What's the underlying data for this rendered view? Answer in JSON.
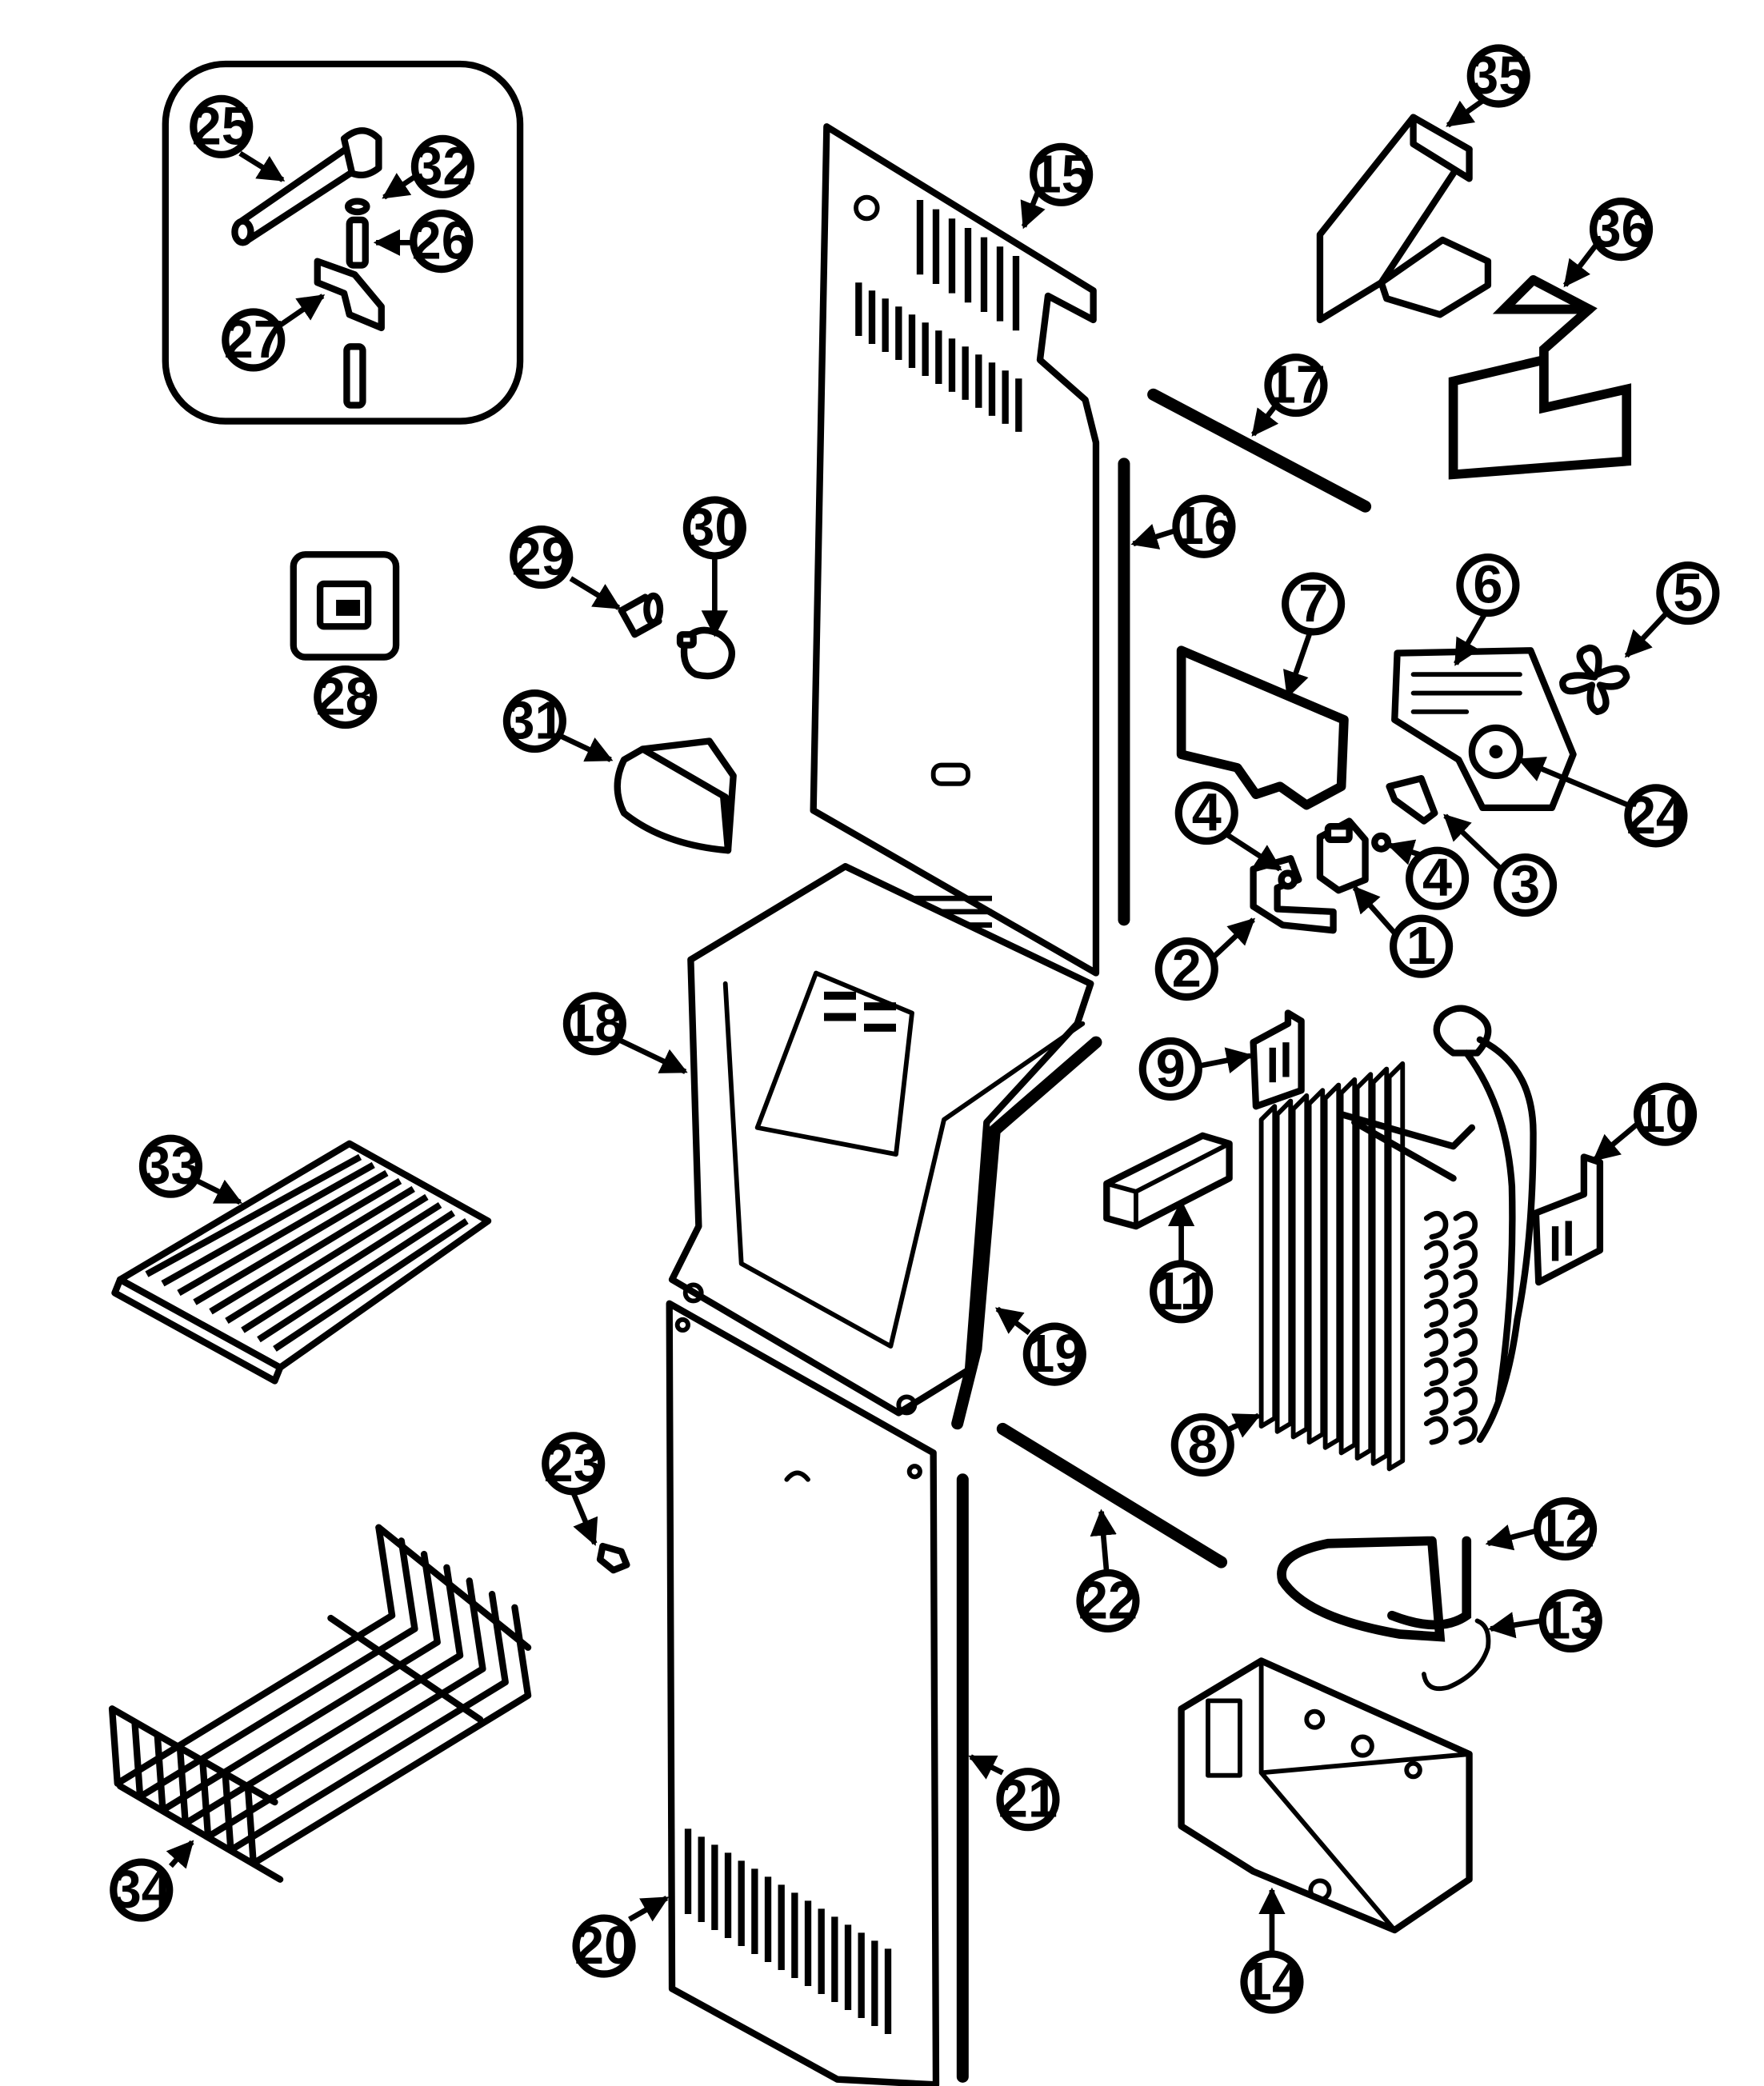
{
  "callouts": [
    {
      "id": "c1",
      "text": "1"
    },
    {
      "id": "c2",
      "text": "2"
    },
    {
      "id": "c3",
      "text": "3"
    },
    {
      "id": "c4a",
      "text": "4"
    },
    {
      "id": "c4b",
      "text": "4"
    },
    {
      "id": "c5",
      "text": "5"
    },
    {
      "id": "c6",
      "text": "6"
    },
    {
      "id": "c7",
      "text": "7"
    },
    {
      "id": "c8",
      "text": "8"
    },
    {
      "id": "c9",
      "text": "9"
    },
    {
      "id": "c10",
      "text": "10"
    },
    {
      "id": "c11",
      "text": "11"
    },
    {
      "id": "c12",
      "text": "12"
    },
    {
      "id": "c13",
      "text": "13"
    },
    {
      "id": "c14",
      "text": "14"
    },
    {
      "id": "c15",
      "text": "15"
    },
    {
      "id": "c16",
      "text": "16"
    },
    {
      "id": "c17",
      "text": "17"
    },
    {
      "id": "c18",
      "text": "18"
    },
    {
      "id": "c19",
      "text": "19"
    },
    {
      "id": "c20",
      "text": "20"
    },
    {
      "id": "c21",
      "text": "21"
    },
    {
      "id": "c22",
      "text": "22"
    },
    {
      "id": "c23",
      "text": "23"
    },
    {
      "id": "c24",
      "text": "24"
    },
    {
      "id": "c25",
      "text": "25"
    },
    {
      "id": "c26",
      "text": "26"
    },
    {
      "id": "c27",
      "text": "27"
    },
    {
      "id": "c28",
      "text": "28"
    },
    {
      "id": "c29",
      "text": "29"
    },
    {
      "id": "c30",
      "text": "30"
    },
    {
      "id": "c31",
      "text": "31"
    },
    {
      "id": "c32",
      "text": "32"
    },
    {
      "id": "c33",
      "text": "33"
    },
    {
      "id": "c34",
      "text": "34"
    },
    {
      "id": "c35",
      "text": "35"
    },
    {
      "id": "c36",
      "text": "36"
    }
  ]
}
